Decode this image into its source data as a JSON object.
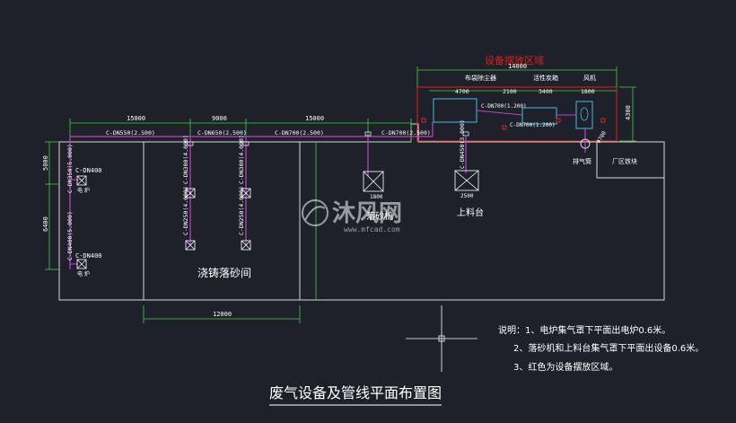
{
  "title": "废气设备及管线平面布置图",
  "equipment_zone": {
    "label": "设备摆放区域",
    "width_dim": "14000",
    "height_dim": "4300",
    "col1_label": "布袋除尘器",
    "col2_label": "活性炭箱",
    "col3_label": "风机",
    "dim_4700": "4700",
    "dim_2100": "2100",
    "dim_3400": "3400",
    "dim_1800": "1800",
    "pipe_a": "C-DN700(1.200)",
    "pipe_b": "C-DN700(1.200)"
  },
  "top_dims": {
    "d1": "15000",
    "d2": "9000",
    "d3": "15000"
  },
  "main_pipes": {
    "p1": "C-DN550(2.500)",
    "p2": "C-DN650(2.500)",
    "p3": "C-DN700(2.500)",
    "p4": "C-DN700(2.500)"
  },
  "left_dims": {
    "d1": "5000",
    "d2": "6400"
  },
  "left_zone": {
    "pipe_upper": "C-DN350(5.000)",
    "pipe_lower": "C-DN400(5.000)",
    "hood1": "C-DN400",
    "hood2": "C-DN400",
    "label1": "电 炉",
    "label2": "电 炉"
  },
  "middle_zone": {
    "pipe1": "C-DN300(4.000)",
    "pipe2": "C-DN300(4.000)",
    "pipe3": "C-DN250(4.000)",
    "pipe4": "C-DN250(4.000)",
    "room_label": "浇铸落砂间",
    "bottom_dim": "12000"
  },
  "right_zone": {
    "shakeout_label": "落砂机",
    "loader_label": "上料台",
    "loader_dim": "2500",
    "shakeout_dim": "1800",
    "loader_pipe": "C-DN450(3.000)",
    "stack_label": "排气筒",
    "stack_dim": "Φ700",
    "workshop_label": "厂区铁块"
  },
  "notes": {
    "n1": "说明：1、电炉集气罩下平面出电炉0.6米。",
    "n2": "2、落砂机和上料台集气罩下平面出设备0.6米。",
    "n3": "3、红色为设备摆放区域。"
  },
  "watermark": {
    "text": "沐风网",
    "url": "www.mfcad.com"
  },
  "colors": {
    "background": "#1e2129",
    "wall": "#d8d8d8",
    "pipe": "#c040d0",
    "zone": "#e0201a",
    "dim": "#40d040",
    "text": "#ffffff",
    "equipment": "#40c0e0"
  }
}
